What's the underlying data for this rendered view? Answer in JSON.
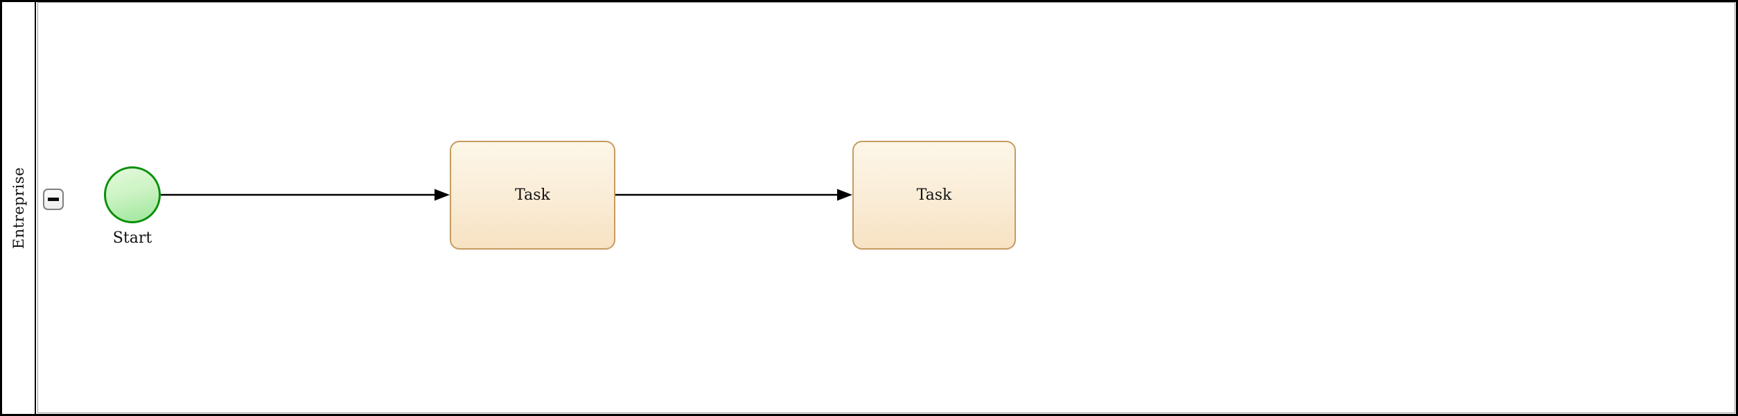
{
  "pool": {
    "label": "Entreprise",
    "collapse_icon": "minus-icon"
  },
  "nodes": [
    {
      "id": "start",
      "type": "start-event",
      "label": "Start"
    },
    {
      "id": "task1",
      "type": "task",
      "label": "Task"
    },
    {
      "id": "task2",
      "type": "task",
      "label": "Task"
    }
  ],
  "flows": [
    {
      "from": "start",
      "to": "task1"
    },
    {
      "from": "task1",
      "to": "task2"
    }
  ],
  "colors": {
    "pool_border": "#000000",
    "lane_border": "#9b9b9b",
    "start_event_stroke": "#0a9009",
    "start_event_fill_top": "#e3f9dd",
    "start_event_fill_bottom": "#9de69a",
    "task_stroke": "#c49c5f",
    "task_fill_top": "#fdf6e8",
    "task_fill_bottom": "#f7e2c3",
    "flow_color": "#000000",
    "collapse_button_border": "#7f7f7f"
  }
}
